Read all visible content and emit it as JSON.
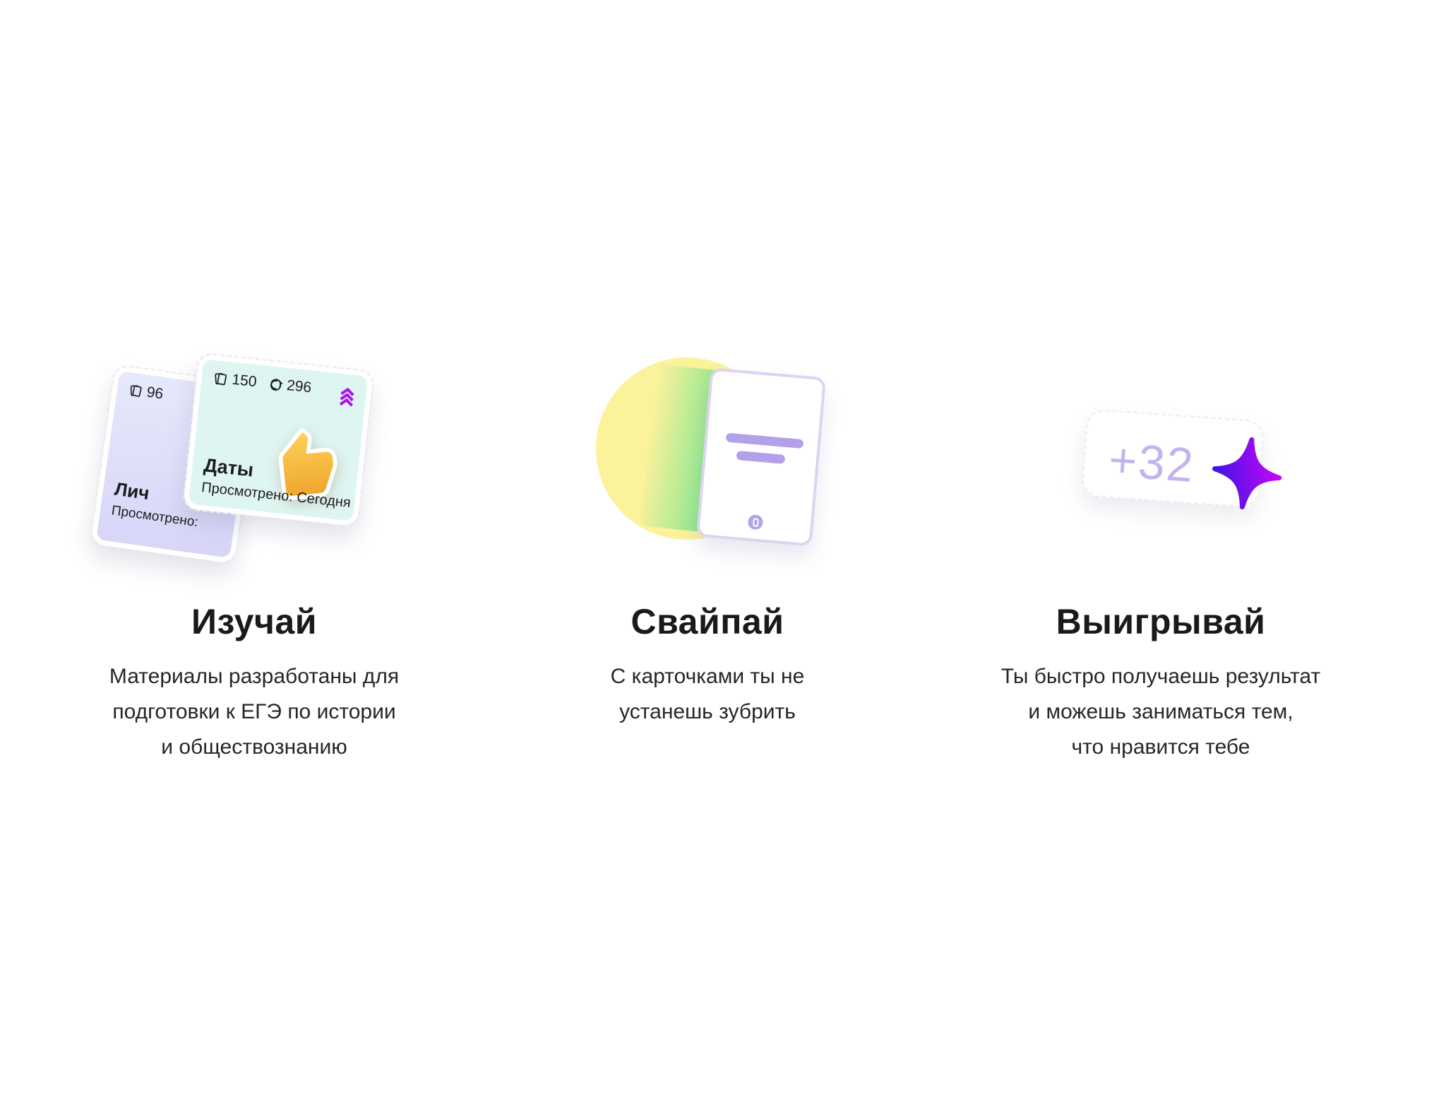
{
  "features": [
    {
      "title": "Изучай",
      "lines": [
        "Материалы разработаны для",
        "подготовки к ЕГЭ по истории",
        "и обществознанию"
      ],
      "back_card": {
        "cards_count": "96",
        "name": "Лич",
        "viewed_label": "Просмотрено:"
      },
      "front_card": {
        "cards_count": "150",
        "repeat_count": "296",
        "name": "Даты",
        "viewed_label": "Просмотрено: Сегодня"
      }
    },
    {
      "title": "Свайпай",
      "lines": [
        "С карточками ты не",
        "устанешь зубрить"
      ]
    },
    {
      "title": "Выигрывай",
      "lines": [
        "Ты быстро получаешь результат",
        "и можешь заниматься тем,",
        "что нравится тебе"
      ],
      "badge": {
        "points": "+32"
      }
    }
  ],
  "icons": {
    "cards_stack_icon": "⧉",
    "repeat_icon": "↻",
    "chevrons_up_icon": "⏫",
    "thumbs_up_sticker": "👍",
    "app_logo_icon": "▯",
    "sparkle_star_icon": "✦"
  },
  "colors": {
    "background": "#ffffff",
    "title_text": "#1a1a1a",
    "body_text": "#262626",
    "mint_card": "#dff5f2",
    "lavender_card_top": "#e6e9fb",
    "lavender_card_bottom": "#d8d5f8",
    "chevron_purple": "#a818e6",
    "yellow_circle": "#fbf29c",
    "swipe_green": "#90e88f",
    "phone_border": "#ded3f2",
    "phone_lines": "#b3a1e8",
    "points_text": "#c3b4ee",
    "star_gradient": [
      "#3d13e2",
      "#c707f8"
    ],
    "thumb_gold": [
      "#fdd157",
      "#f0a62e"
    ]
  }
}
